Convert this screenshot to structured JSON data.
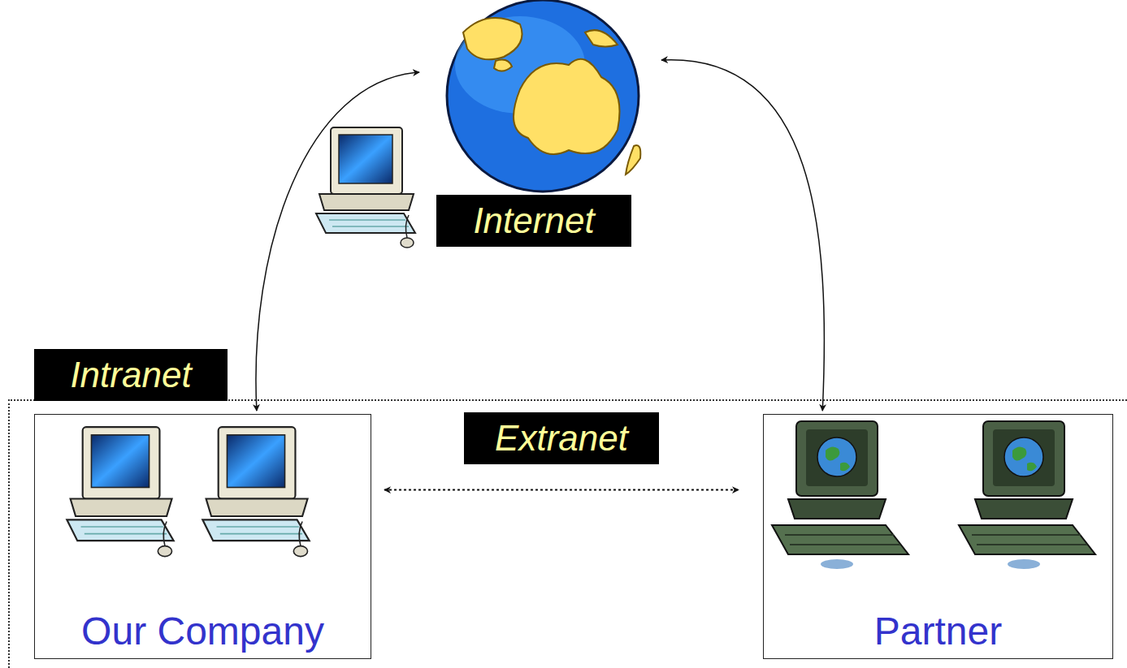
{
  "diagram": {
    "nodes": [
      {
        "text": [
          "Internet"
        ]
      },
      {
        "text": [
          "Intranet"
        ]
      },
      {
        "text": [
          "Our Company"
        ],
        "in": 1
      },
      {
        "text": [
          "Partner"
        ],
        "in": 1
      }
    ],
    "edges": [
      {
        "from": 0,
        "to": 2,
        "arrow": "both"
      },
      {
        "from": 0,
        "to": 3,
        "arrow": "both"
      },
      {
        "from": 2,
        "to": 3,
        "arrow": "both",
        "label": "Extranet"
      }
    ]
  }
}
